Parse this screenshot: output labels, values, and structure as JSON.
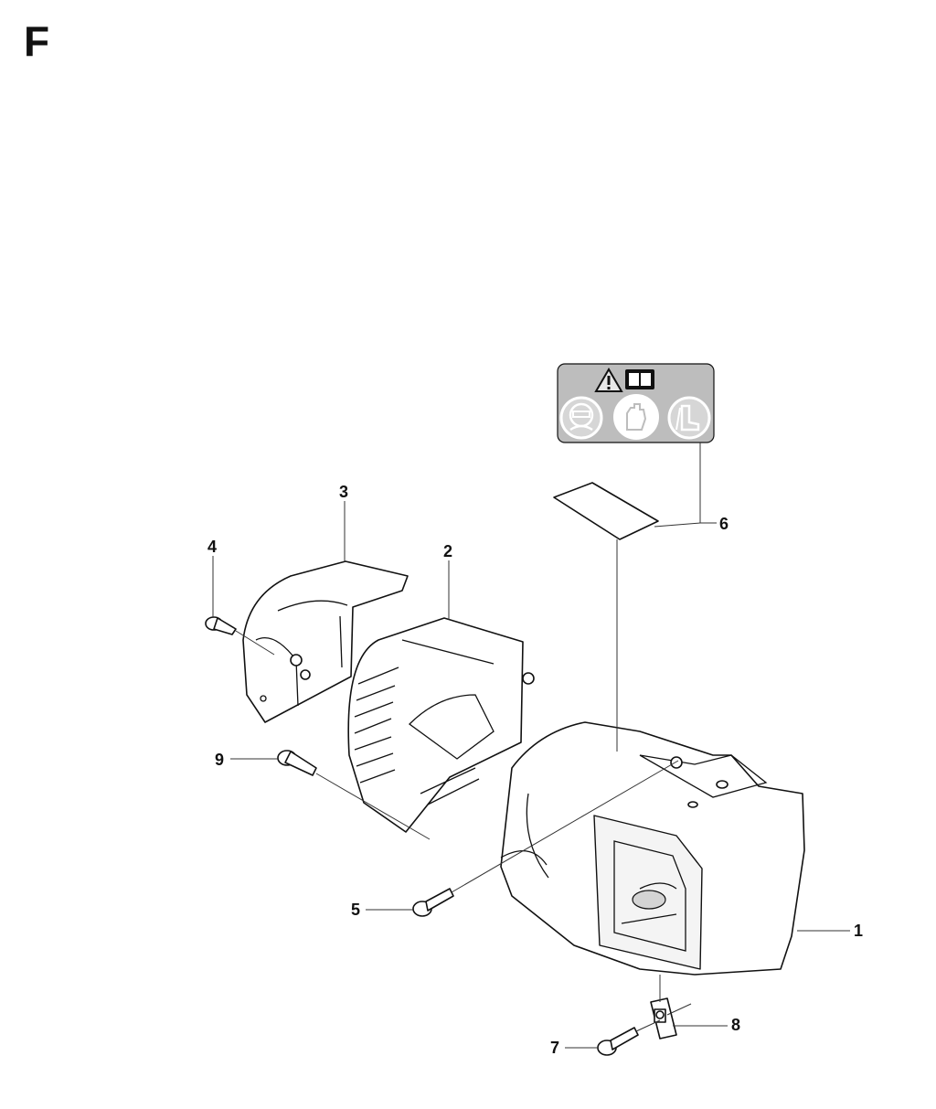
{
  "page": {
    "section_letter": "F"
  },
  "callouts": [
    {
      "id": "1",
      "label": "1"
    },
    {
      "id": "2",
      "label": "2"
    },
    {
      "id": "3",
      "label": "3"
    },
    {
      "id": "4",
      "label": "4"
    },
    {
      "id": "5",
      "label": "5"
    },
    {
      "id": "6",
      "label": "6"
    },
    {
      "id": "7",
      "label": "7"
    },
    {
      "id": "8",
      "label": "8"
    },
    {
      "id": "9",
      "label": "9"
    }
  ],
  "decal": {
    "icons": [
      "warning-triangle-icon",
      "manual-book-icon",
      "face-protection-icon",
      "gloves-icon",
      "boots-icon"
    ],
    "background_color": "#bdbdbd"
  }
}
